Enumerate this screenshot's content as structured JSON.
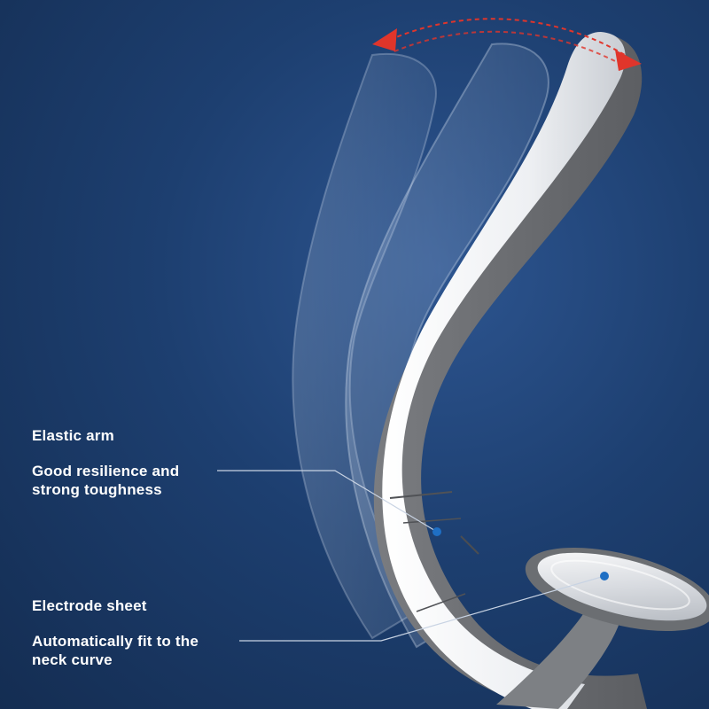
{
  "callouts": {
    "elastic_arm": {
      "title": "Elastic arm",
      "description": "Good resilience and strong toughness"
    },
    "electrode_sheet": {
      "title": "Electrode sheet",
      "description": "Automatically fit to the neck curve"
    }
  },
  "colors": {
    "background": "#1d3f70",
    "device_body": "#6b6d70",
    "device_face": "#f2f3f5",
    "arrow": "#e0352b",
    "marker": "#1f6fc4",
    "leader_line": "#c8d3e3"
  }
}
